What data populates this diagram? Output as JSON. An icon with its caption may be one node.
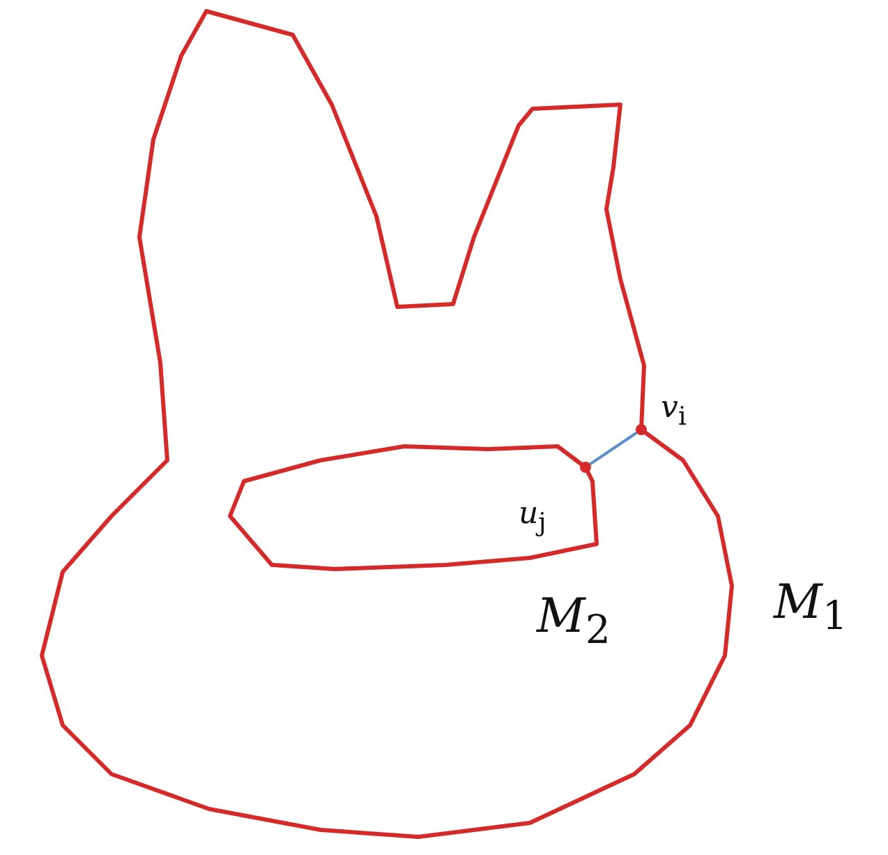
{
  "diagram": {
    "nodes": [
      {
        "text": [],
        "shape": "point",
        "beside": [
          "*v*$_{i}$"
        ]
      },
      {
        "text": [],
        "shape": "point",
        "beside": [
          "*u*$_{j}$"
        ]
      }
    ],
    "edges": [
      {
        "from": 1,
        "to": 0,
        "arrow": "none",
        "color": "#5b8fc7"
      }
    ],
    "labels": [
      "*M*$_{2}$",
      "*M*$_{1}$"
    ]
  }
}
